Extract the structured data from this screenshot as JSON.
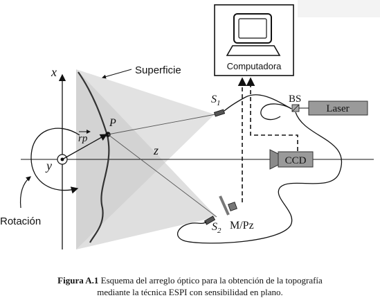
{
  "labels": {
    "computer": "Computadora",
    "surface": "Superficie",
    "rotation": "Rotación",
    "axis_x": "x",
    "axis_y": "y",
    "axis_z": "z",
    "point": "P",
    "vector": "rp",
    "source1": "S",
    "source1_sub": "1",
    "source2": "S",
    "source2_sub": "2",
    "beamsplitter": "BS",
    "laser": "Laser",
    "camera": "CCD",
    "mirror_pzt": "M/Pz"
  },
  "caption": {
    "label": "Figura A.1",
    "line1": "Esquema del arreglo óptico para la obtención de la topografía",
    "line2": "mediante la técnica ESPI  con sensibilidad en plano."
  }
}
